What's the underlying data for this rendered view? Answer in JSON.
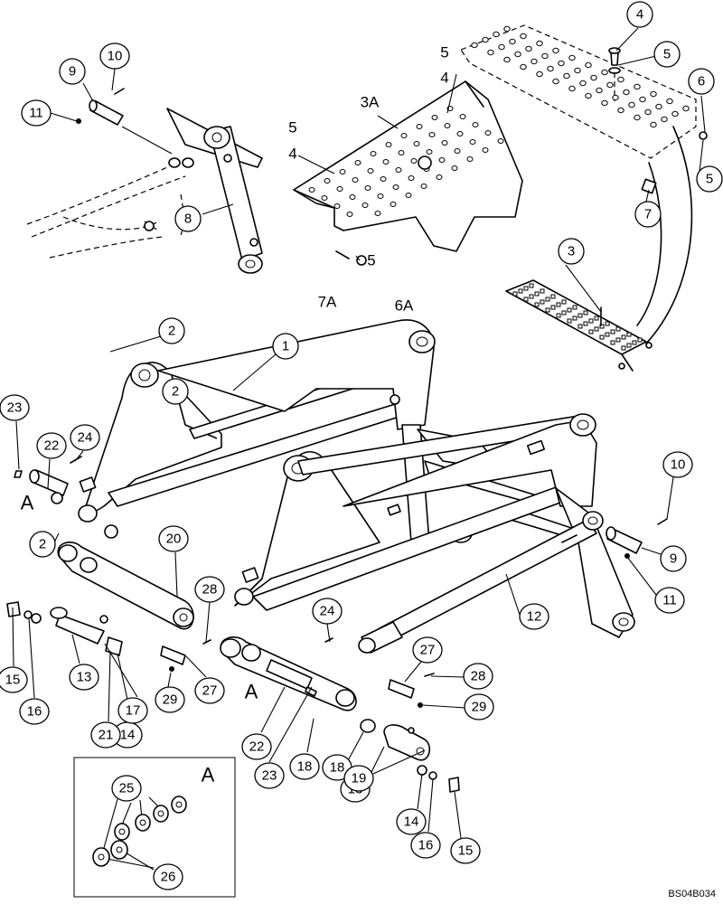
{
  "drawing_id": "BS04B034",
  "detail": {
    "label": "A"
  },
  "view_marks": [
    "A",
    "A"
  ],
  "plain_labels": [
    "5",
    "4",
    "3A",
    "5",
    "4",
    "5",
    "7A",
    "6A"
  ],
  "callouts": [
    "1",
    "2",
    "2",
    "2",
    "3",
    "4",
    "5",
    "5",
    "6",
    "7",
    "8",
    "9",
    "9",
    "10",
    "10",
    "11",
    "11",
    "12",
    "13",
    "13",
    "14",
    "14",
    "15",
    "15",
    "16",
    "16",
    "17",
    "18",
    "18",
    "19",
    "20",
    "21",
    "22",
    "22",
    "23",
    "23",
    "24",
    "24",
    "25",
    "26",
    "27",
    "27",
    "28",
    "28",
    "29",
    "29"
  ]
}
